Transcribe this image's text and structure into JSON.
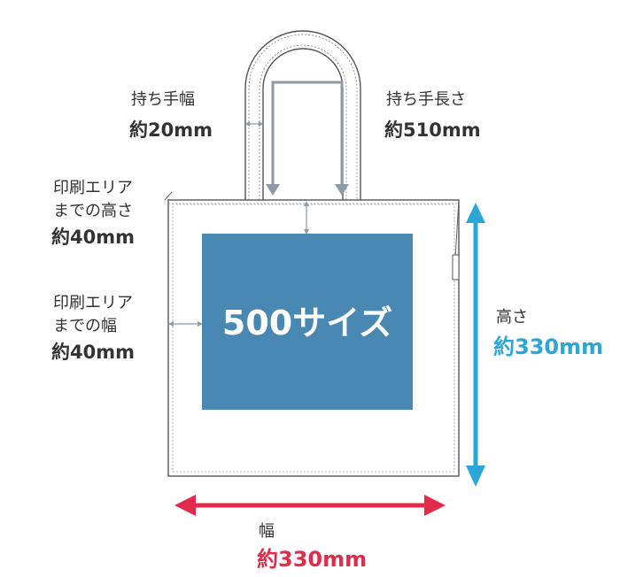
{
  "print_area_label": "500サイズ",
  "handle_width": {
    "label": "持ち手幅",
    "value": "約20mm"
  },
  "handle_length": {
    "label": "持ち手長さ",
    "value": "約510mm"
  },
  "print_top": {
    "line1": "印刷エリア",
    "line2": "までの高さ",
    "value": "約40mm"
  },
  "print_side": {
    "line1": "印刷エリア",
    "line2": "までの幅",
    "value": "約40mm"
  },
  "height": {
    "label": "高さ",
    "value": "約330mm"
  },
  "width": {
    "label": "幅",
    "value": "約330mm"
  },
  "colors": {
    "print_area": "#4a88b4",
    "height_arrow": "#2aa6d9",
    "width_arrow": "#e22b4a",
    "outline": "#555555",
    "guide": "#8e9aa6"
  }
}
